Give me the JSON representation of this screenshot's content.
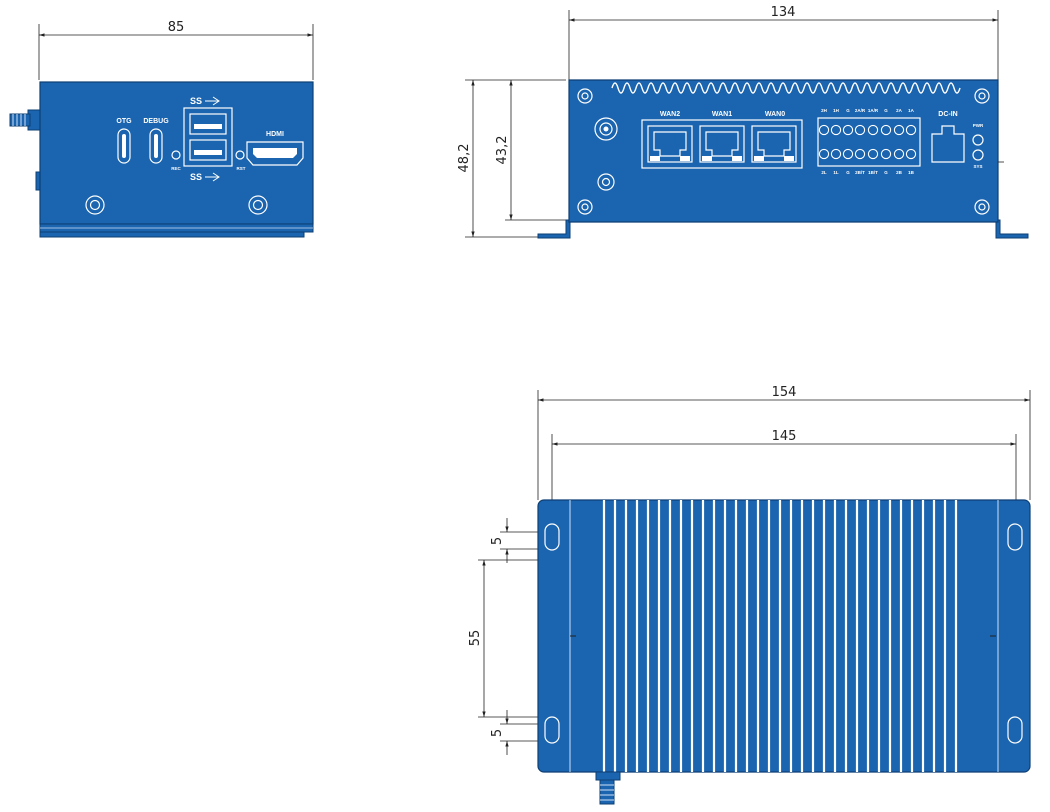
{
  "dimensions": {
    "front_width": "85",
    "side_width": "134",
    "side_height_total": "48,2",
    "side_height_body": "43,2",
    "top_width_total": "154",
    "top_width_mount": "145",
    "top_slot_a": "5",
    "top_slot_spacing": "55",
    "top_slot_b": "5"
  },
  "front_labels": {
    "otg": "OTG",
    "debug": "DEBUG",
    "hdmi": "HDMI",
    "usb_top": "SS",
    "usb_bottom": "SS",
    "rec": "REC",
    "rst": "RST"
  },
  "side_labels": {
    "wan2": "WAN2",
    "wan1": "WAN1",
    "wan0": "WAN0",
    "dcin": "DC-IN",
    "pwr": "PWR",
    "sys": "SYS",
    "terminal_top": [
      "2H",
      "1H",
      "G",
      "2A/R",
      "1A/R",
      "G",
      "2A",
      "1A"
    ],
    "terminal_bottom": [
      "2L",
      "1L",
      "G",
      "2B/T",
      "1B/T",
      "G",
      "2B",
      "1B"
    ]
  },
  "colors": {
    "body": "#1a64b0",
    "outline": "#0e3f73",
    "line": "#222222"
  }
}
